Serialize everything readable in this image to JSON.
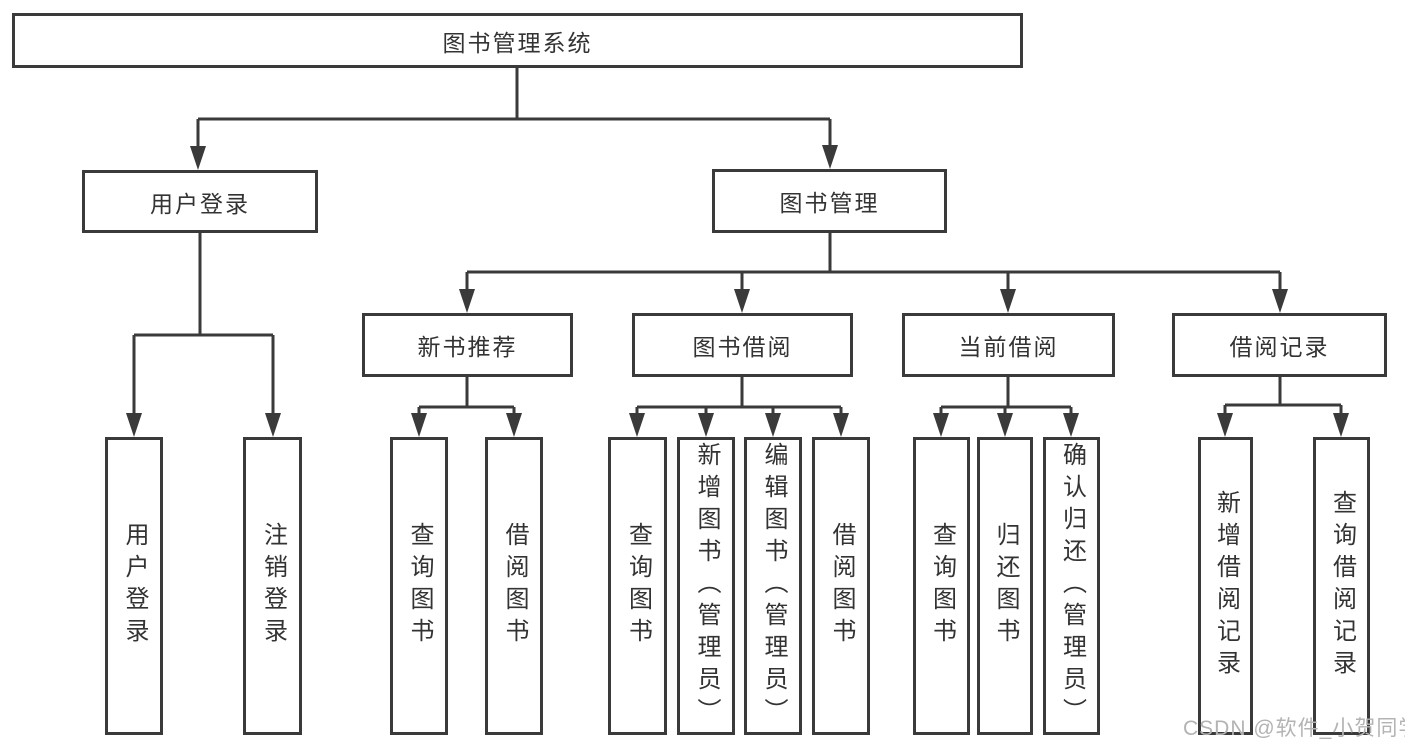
{
  "tree": {
    "label": "图书管理系统",
    "children": [
      {
        "label": "用户登录",
        "children": [
          {
            "label": "用户登录"
          },
          {
            "label": "注销登录"
          }
        ]
      },
      {
        "label": "图书管理",
        "children": [
          {
            "label": "新书推荐",
            "children": [
              {
                "label": "查询图书"
              },
              {
                "label": "借阅图书"
              }
            ]
          },
          {
            "label": "图书借阅",
            "children": [
              {
                "label": "查询图书"
              },
              {
                "label": "新增图书（管理员）"
              },
              {
                "label": "编辑图书（管理员）"
              },
              {
                "label": "借阅图书"
              }
            ]
          },
          {
            "label": "当前借阅",
            "children": [
              {
                "label": "查询图书"
              },
              {
                "label": "归还图书"
              },
              {
                "label": "确认归还（管理员）"
              }
            ]
          },
          {
            "label": "借阅记录",
            "children": [
              {
                "label": "新增借阅记录"
              },
              {
                "label": "查询借阅记录"
              }
            ]
          }
        ]
      }
    ]
  },
  "watermark": {
    "text": "CSDN @软件_小贺同学"
  },
  "colors": {
    "line": "#3a3a3a",
    "text": "#333333",
    "background": "#ffffff",
    "watermark": "#b3b3b3"
  }
}
